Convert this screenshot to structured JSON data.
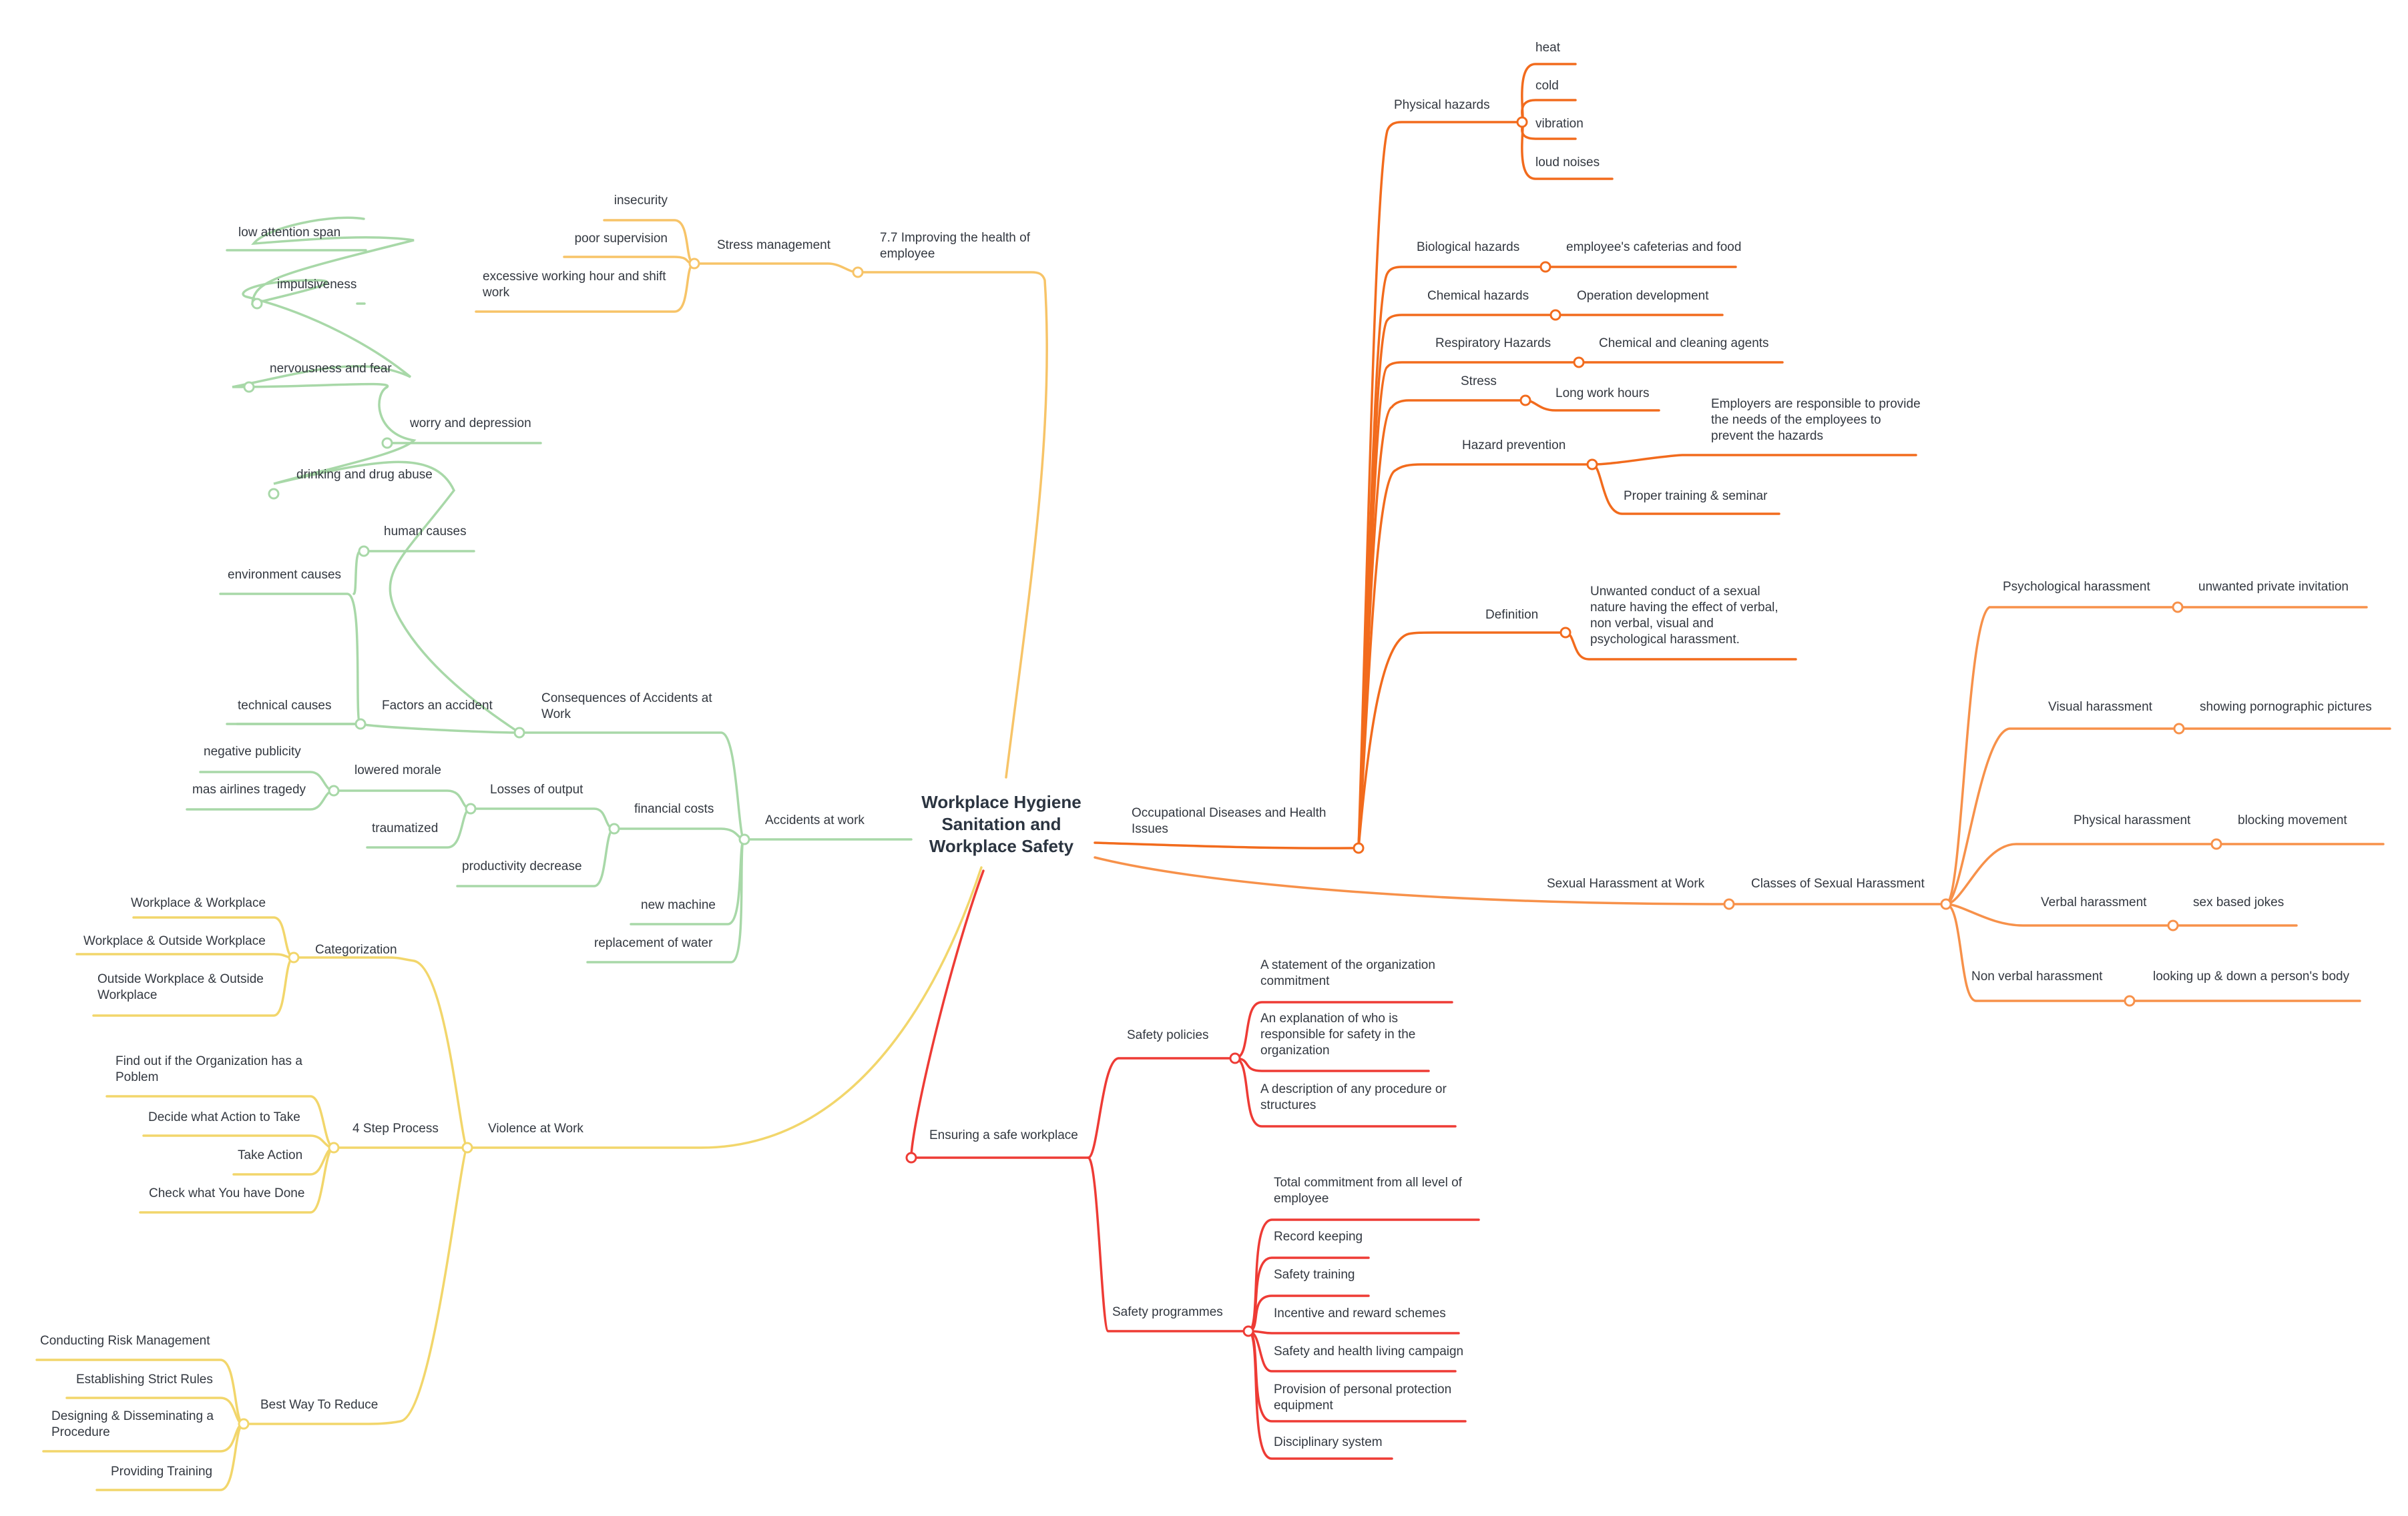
{
  "root": {
    "line1": "Workplace Hygiene",
    "line2": "Sanitation and",
    "line3": "Workplace Safety"
  },
  "colors": {
    "occupational": "#f26b1d",
    "harassment": "#f7914a",
    "safe": "#ee3b35",
    "violence": "#f2d66b",
    "accidents": "#a8d8a8",
    "health": "#f7c468"
  },
  "occupational": {
    "title": "Occupational Diseases and Health Issues",
    "physical": {
      "label": "Physical hazards",
      "items": [
        "heat",
        "cold",
        "vibration",
        "loud noises"
      ]
    },
    "biological": {
      "label": "Biological hazards",
      "child": "employee's cafeterias and food"
    },
    "chemical": {
      "label": "Chemical hazards",
      "child": "Operation development"
    },
    "respiratory": {
      "label": "Respiratory Hazards",
      "child": "Chemical and cleaning agents"
    },
    "stress": {
      "label": "Stress",
      "child": "Long work hours"
    },
    "prevention": {
      "label": "Hazard prevention",
      "child1": "Employers are responsible to provide the needs of the employees to prevent the hazards",
      "child2": "Proper training & seminar"
    },
    "definition": {
      "label": "Definition",
      "child": "Unwanted conduct of a sexual nature having the effect of verbal, non verbal, visual and psychological harassment."
    }
  },
  "harassment": {
    "title": "Sexual Harassment at Work",
    "classes": "Classes of Sexual Harassment",
    "psych": {
      "label": "Psychological harassment",
      "child": "unwanted private invitation"
    },
    "visual": {
      "label": "Visual harassment",
      "child": "showing pornographic pictures"
    },
    "physical": {
      "label": "Physical harassment",
      "child": "blocking movement"
    },
    "verbal": {
      "label": "Verbal harassment",
      "child": "sex based jokes"
    },
    "nonverbal": {
      "label": "Non verbal harassment",
      "child": "looking up & down a person's body"
    }
  },
  "safe": {
    "title": "Ensuring a safe workplace",
    "policies": {
      "label": "Safety policies",
      "items": [
        "A statement of the organization commitment",
        "An explanation of who is responsible for safety in the organization",
        "A description of any procedure or structures"
      ]
    },
    "programmes": {
      "label": "Safety programmes",
      "items": [
        "Total commitment from all level of employee",
        "Record keeping",
        "Safety training",
        "Incentive and reward schemes",
        "Safety and health living campaign",
        "Provision of personal protection equipment",
        "Disciplinary system"
      ]
    }
  },
  "health": {
    "title": "7.7 Improving the health of employee",
    "stress": {
      "label": "Stress management",
      "items": [
        "insecurity",
        "poor supervision",
        "excessive working hour and shift work"
      ]
    }
  },
  "accidents": {
    "title": "Accidents at work",
    "consequences": "Consequences of Accidents at Work",
    "human": {
      "label": "human causes",
      "items": [
        "low attention span",
        "impulsiveness",
        "nervousness and fear",
        "worry and depression",
        "drinking and drug abuse"
      ]
    },
    "factors": {
      "label": "Factors an accident",
      "items": [
        "environment causes",
        "technical causes"
      ]
    },
    "financial": {
      "label": "financial costs",
      "losses": "Losses of output",
      "morale": "lowered morale",
      "morale_items": [
        "negative publicity",
        "mas airlines tragedy"
      ],
      "traumatized": "traumatized",
      "productivity": "productivity decrease"
    },
    "new_machine": "new machine",
    "replacement": "replacement of water"
  },
  "violence": {
    "title": "Violence at Work",
    "categorization": {
      "label": "Categorization",
      "items": [
        "Workplace & Workplace",
        "Workplace & Outside Workplace",
        "Outside Workplace & Outside Workplace"
      ]
    },
    "steps": {
      "label": "4 Step Process",
      "items": [
        "Find out if the Organization has a Poblem",
        "Decide what Action to Take",
        "Take Action",
        "Check what You have Done"
      ]
    },
    "reduce": {
      "label": "Best Way To Reduce",
      "items": [
        "Conducting Risk Management",
        "Establishing Strict Rules",
        "Designing & Disseminating a Procedure",
        "Providing Training"
      ]
    }
  }
}
